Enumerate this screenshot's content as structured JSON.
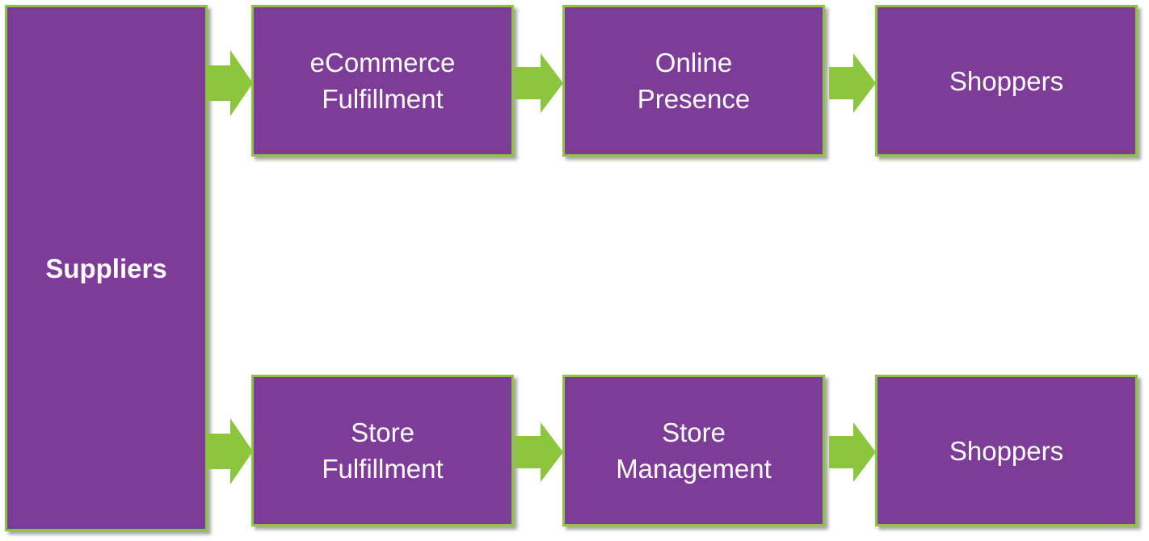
{
  "colors": {
    "box_fill": "#7d3c98",
    "box_border": "#8cc63f",
    "arrow_fill": "#8cc63f",
    "text": "#ffffff"
  },
  "diagram": {
    "source": {
      "label": "Suppliers"
    },
    "top_row": [
      {
        "label": "eCommerce\nFulfillment"
      },
      {
        "label": "Online\nPresence"
      },
      {
        "label": "Shoppers"
      }
    ],
    "bottom_row": [
      {
        "label": "Store\nFulfillment"
      },
      {
        "label": "Store\nManagement"
      },
      {
        "label": "Shoppers"
      }
    ]
  }
}
